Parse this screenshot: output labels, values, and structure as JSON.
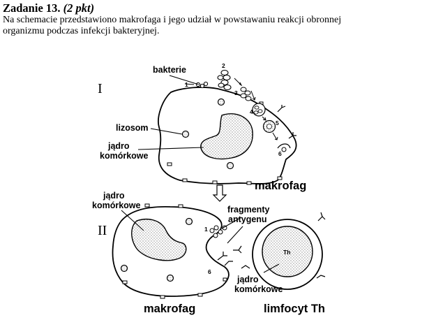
{
  "header": {
    "task_number": "Zadanie 13.",
    "points": "(2 pkt)",
    "text_line1": "Na schemacie przedstawiono makrofaga i jego udział w powstawaniu reakcji obronnej",
    "text_line2": "organizmu podczas infekcji bakteryjnej."
  },
  "diagram": {
    "panel1": {
      "roman": "I",
      "labels": {
        "bacteria": "bakterie",
        "lysosome": "lizosom",
        "nucleus_1": "jądro",
        "nucleus_2": "komórkowe",
        "cell": "makrofag"
      },
      "step_numbers": [
        "1",
        "2",
        "3",
        "4",
        "5",
        "6"
      ]
    },
    "panel2": {
      "roman": "II",
      "labels": {
        "nucleus_1": "jądro",
        "nucleus_2": "komórkowe",
        "fragments_1": "fragmenty",
        "fragments_2": "antygenu",
        "macrophage": "makrofag",
        "lymph_nucleus_1": "jądro",
        "lymph_nucleus_2": "komórkowe",
        "lymphocyte": "limfocyt Th",
        "th": "Th"
      },
      "step_numbers": [
        "1",
        "6"
      ]
    }
  }
}
